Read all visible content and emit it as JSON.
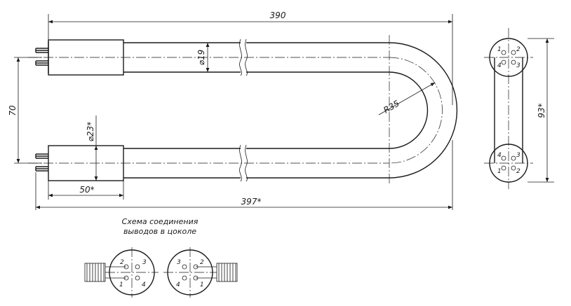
{
  "dimensions": {
    "overall_top": "390",
    "tube_diameter": "⌀19",
    "pin_spacing": "70",
    "bend_radius": "R35",
    "base_diameter": "⌀23*",
    "base_length": "50*",
    "overall_bottom": "397*",
    "side_height": "93*"
  },
  "caption": {
    "line1": "Схема соединения",
    "line2": "выводов в цоколе"
  },
  "pins": {
    "one": "1",
    "two": "2",
    "three": "3",
    "four": "4"
  }
}
